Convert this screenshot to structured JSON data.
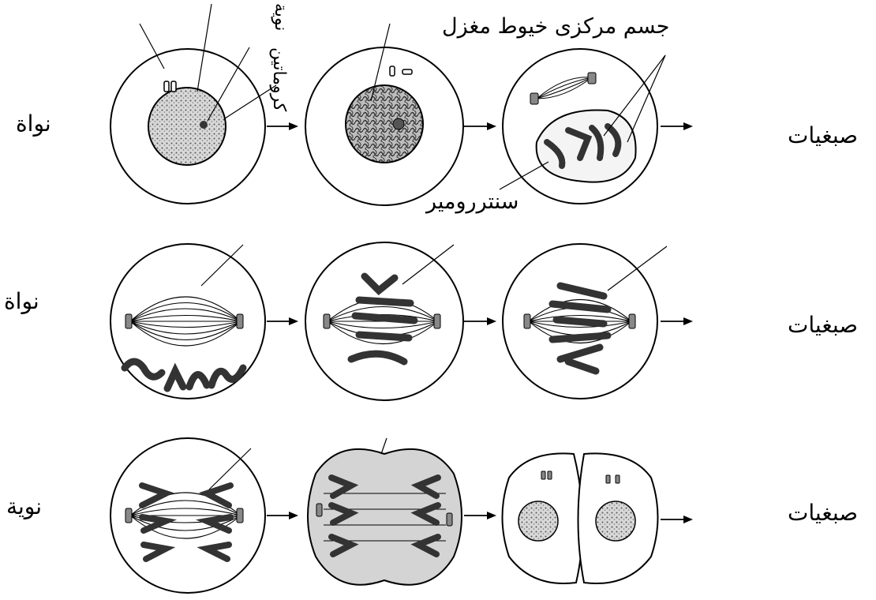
{
  "labels": {
    "top_right": "جسم مركزى  خيوط مغزل",
    "nucleolus": "نوية",
    "chromatin": "كروماتين",
    "centromere": "سنتررومير",
    "left_row1": "نواة",
    "left_row2": "نواة",
    "left_row3": "نوية",
    "right_row1": "صبغيات",
    "right_row2": "صبغيات",
    "right_row3": "صبغيات"
  },
  "colors": {
    "ink": "#000000",
    "chromosome": "#3a3a3a",
    "nucleus_fill": "#c8c8c8",
    "cell_fill": "#ffffff"
  }
}
